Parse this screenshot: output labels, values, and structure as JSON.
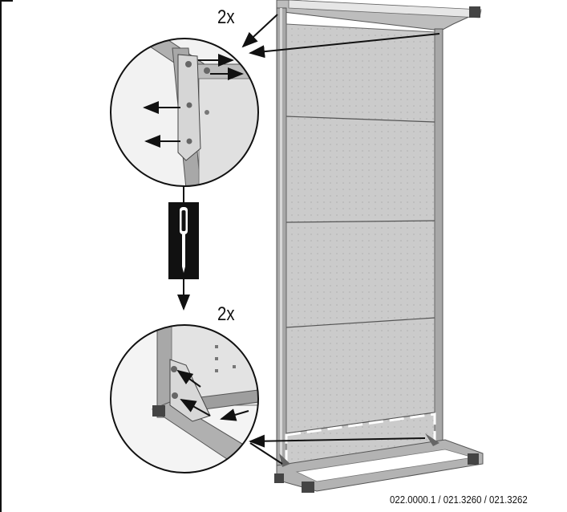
{
  "diagram": {
    "callout_top": {
      "quantity_label": "2x"
    },
    "callout_bottom": {
      "quantity_label": "2x"
    },
    "tool_icon": "screwdriver-icon",
    "footer": {
      "part_numbers": "022.0000.1 / 021.3260 / 021.3262"
    },
    "colors": {
      "line": "#111111",
      "panel": "#c9c9c9",
      "frame": "#9a9a9a",
      "background": "#ffffff"
    }
  }
}
